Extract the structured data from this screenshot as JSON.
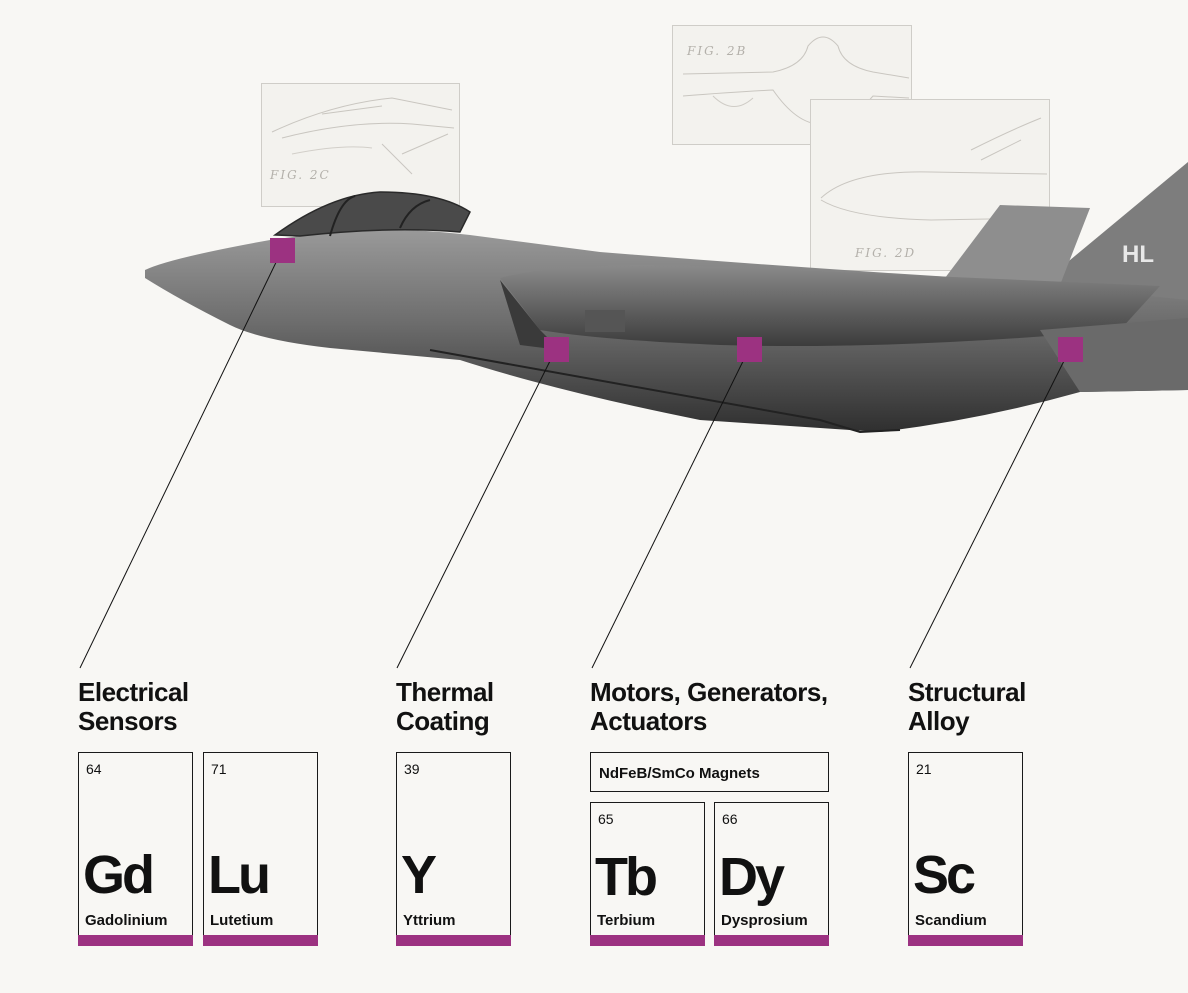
{
  "sketches": [
    {
      "id": "fig-2c",
      "caption": "FIG. 2C"
    },
    {
      "id": "fig-2b",
      "caption": "FIG. 2B"
    },
    {
      "id": "fig-2d",
      "caption": "FIG. 2D"
    }
  ],
  "aircraft": {
    "tail_code": "HL"
  },
  "colors": {
    "accent": "#9c3281",
    "ink": "#111111",
    "background": "#f8f7f4"
  },
  "groups": [
    {
      "heading_line1": "Electrical",
      "heading_line2": "Sensors"
    },
    {
      "heading_line1": "Thermal",
      "heading_line2": "Coating"
    },
    {
      "heading_line1": "Motors, Generators,",
      "heading_line2": "Actuators",
      "subheader": "NdFeB/SmCo Magnets"
    },
    {
      "heading_line1": "Structural",
      "heading_line2": "Alloy"
    }
  ],
  "elements": [
    {
      "number": "64",
      "symbol": "Gd",
      "name": "Gadolinium"
    },
    {
      "number": "71",
      "symbol": "Lu",
      "name": "Lutetium"
    },
    {
      "number": "39",
      "symbol": "Y",
      "name": "Yttrium"
    },
    {
      "number": "65",
      "symbol": "Tb",
      "name": "Terbium"
    },
    {
      "number": "66",
      "symbol": "Dy",
      "name": "Dysprosium"
    },
    {
      "number": "21",
      "symbol": "Sc",
      "name": "Scandium"
    }
  ]
}
